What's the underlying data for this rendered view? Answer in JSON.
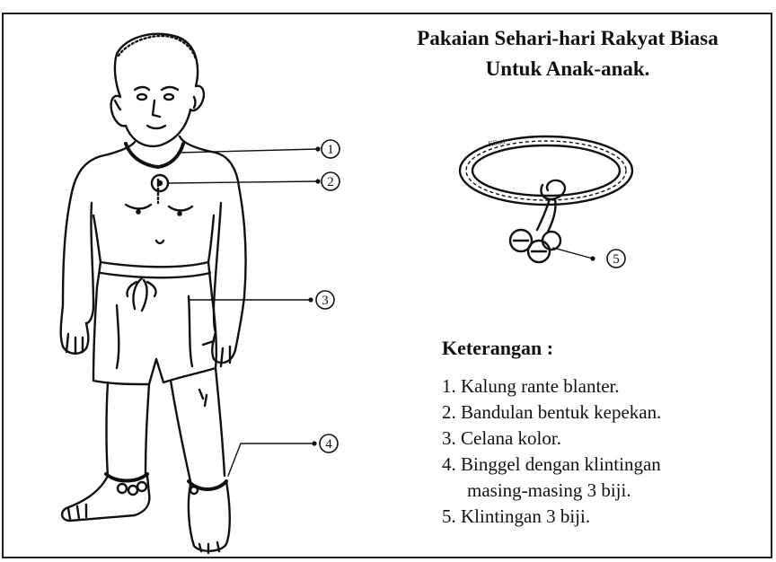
{
  "title": {
    "line1": "Pakaian Sehari-hari Rakyat Biasa",
    "line2": "Untuk Anak-anak."
  },
  "legend": {
    "heading": "Keterangan :",
    "items": [
      "1. Kalung rante blanter.",
      "2. Bandulan bentuk kepekan.",
      "3. Celana kolor.",
      "4. Binggel dengan klintingan",
      "masing-masing 3 biji.",
      "5. Klintingan 3 biji."
    ]
  },
  "callouts": [
    "1",
    "2",
    "3",
    "4",
    "5"
  ],
  "bracelet_text": "Klinti"
}
